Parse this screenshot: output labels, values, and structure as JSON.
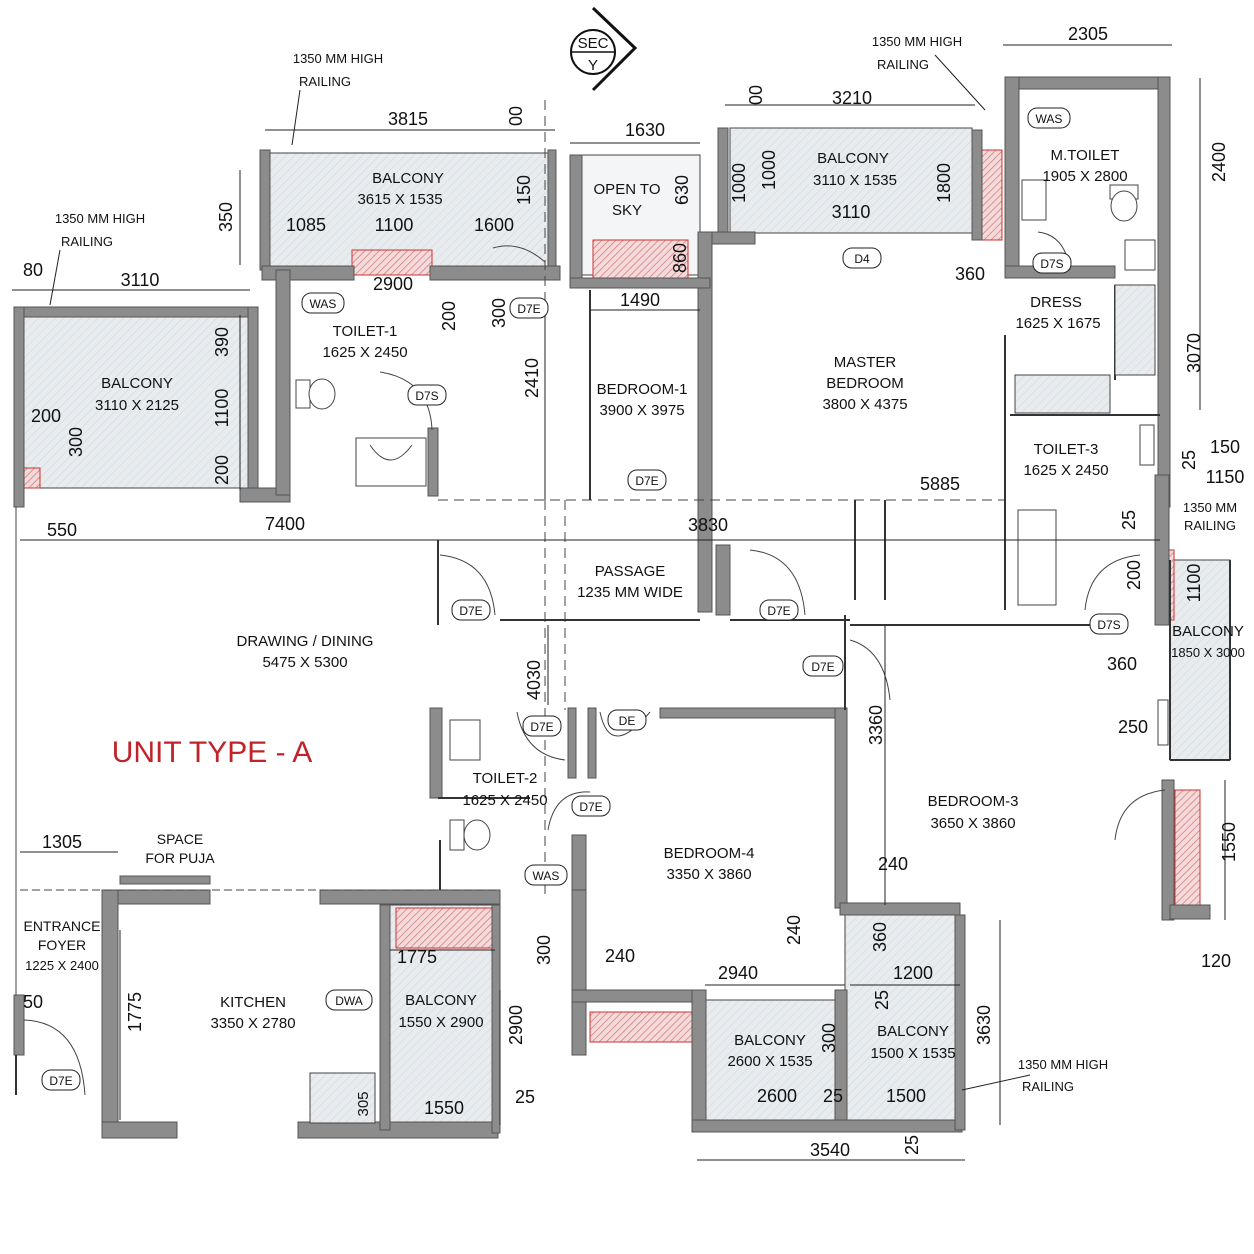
{
  "plan": {
    "unit_label": "UNIT TYPE - A",
    "section_mark": {
      "top": "SEC",
      "bottom": "Y"
    }
  },
  "rooms": {
    "balcony_top": {
      "name": "BALCONY",
      "size": "3615 X 1535"
    },
    "open_to_sky": {
      "line1": "OPEN TO",
      "line2": "SKY"
    },
    "balcony_master": {
      "name": "BALCONY",
      "size": "3110 X 1535"
    },
    "m_toilet": {
      "name": "M.TOILET",
      "size": "1905 X 2800"
    },
    "balcony_left": {
      "name": "BALCONY",
      "size": "3110 X 2125"
    },
    "toilet_1": {
      "name": "TOILET-1",
      "size": "1625 X 2450"
    },
    "bedroom_1": {
      "name": "BEDROOM-1",
      "size": "3900 X 3975"
    },
    "master_bedroom": {
      "line1": "MASTER",
      "line2": "BEDROOM",
      "size": "3800 X 4375"
    },
    "dress": {
      "name": "DRESS",
      "size": "1625 X 1675"
    },
    "toilet_3": {
      "name": "TOILET-3",
      "size": "1625 X 2450"
    },
    "passage": {
      "name": "PASSAGE",
      "size": "1235 MM WIDE"
    },
    "drawing_dining": {
      "name": "DRAWING / DINING",
      "size": "5475 X 5300"
    },
    "balcony_right": {
      "name": "BALCONY",
      "size": "1850 X 3000"
    },
    "toilet_2": {
      "name": "TOILET-2",
      "size": "1625 X 2450"
    },
    "bedroom_4": {
      "name": "BEDROOM-4",
      "size": "3350 X 3860"
    },
    "bedroom_3": {
      "name": "BEDROOM-3",
      "size": "3650 X 3860"
    },
    "puja": {
      "line1": "SPACE",
      "line2": "FOR PUJA"
    },
    "entrance": {
      "line1": "ENTRANCE",
      "line2": "FOYER",
      "size": "1225 X 2400"
    },
    "kitchen": {
      "name": "KITCHEN",
      "size": "3350 X 2780"
    },
    "balcony_kitchen": {
      "name": "BALCONY",
      "size": "1550 X 2900"
    },
    "balcony_bottom_mid": {
      "name": "BALCONY",
      "size": "2600 X 1535"
    },
    "balcony_bottom_right": {
      "name": "BALCONY",
      "size": "1500 X 1535"
    }
  },
  "notes": {
    "railing_top_l1": "1350 MM HIGH",
    "railing_top_l2": "RAILING",
    "railing_right_l1": "1350 MM HIGH",
    "railing_right_l2": "RAILING",
    "railing_left_l1": "1350 MM HIGH",
    "railing_left_l2": "RAILING",
    "railing_mid_l1": "1350 MM",
    "railing_mid_l2": "RAILING",
    "railing_bottom_l1": "1350 MM HIGH",
    "railing_bottom_l2": "RAILING"
  },
  "fixtures": {
    "was": "WAS",
    "dwa": "DWA"
  },
  "doors": {
    "d7e": "D7E",
    "d7s": "D7S",
    "d4": "D4",
    "de": "DE"
  },
  "dimensions": {
    "d2305": "2305",
    "d3210": "3210",
    "d00a": "00",
    "d3815": "3815",
    "d00b": "00",
    "d1630": "1630",
    "d2400": "2400",
    "d1000a": "1000",
    "d1000b": "1000",
    "d1800": "1800",
    "d3110top": "3110",
    "d630": "630",
    "d150a": "150",
    "d350": "350",
    "d1085": "1085",
    "d1100a": "1100",
    "d1600": "1600",
    "d860": "860",
    "d360a": "360",
    "d80": "80",
    "d3110left": "3110",
    "d2900a": "2900",
    "d200a": "200",
    "d300a": "300",
    "d1490": "1490",
    "d390": "390",
    "d3070": "3070",
    "d2410": "2410",
    "d1100b": "1100",
    "d200b": "200",
    "d300b": "300",
    "d200c": "200",
    "d150b": "150",
    "d25a": "25",
    "d1150": "1150",
    "d5885": "5885",
    "d550": "550",
    "d7400": "7400",
    "d3830": "3830",
    "d25b": "25",
    "d200d": "200",
    "d1100c": "1100",
    "d360b": "360",
    "d4030": "4030",
    "d3360": "3360",
    "d250": "250",
    "d1550a": "1550",
    "d1305": "1305",
    "d240a": "240",
    "d240b": "240",
    "d360c": "360",
    "d1775a": "1775",
    "d300c": "300",
    "d240c": "240",
    "d120": "120",
    "d2940": "2940",
    "d1200": "1200",
    "d1775b": "1775",
    "d2900b": "2900",
    "d25c": "25",
    "d300d": "300",
    "d3630": "3630",
    "d50": "50",
    "d305": "305",
    "d2600": "2600",
    "d25d": "25",
    "d1500": "1500",
    "d1550b": "1550",
    "d25e": "25",
    "d3540": "3540",
    "d25f": "25"
  }
}
